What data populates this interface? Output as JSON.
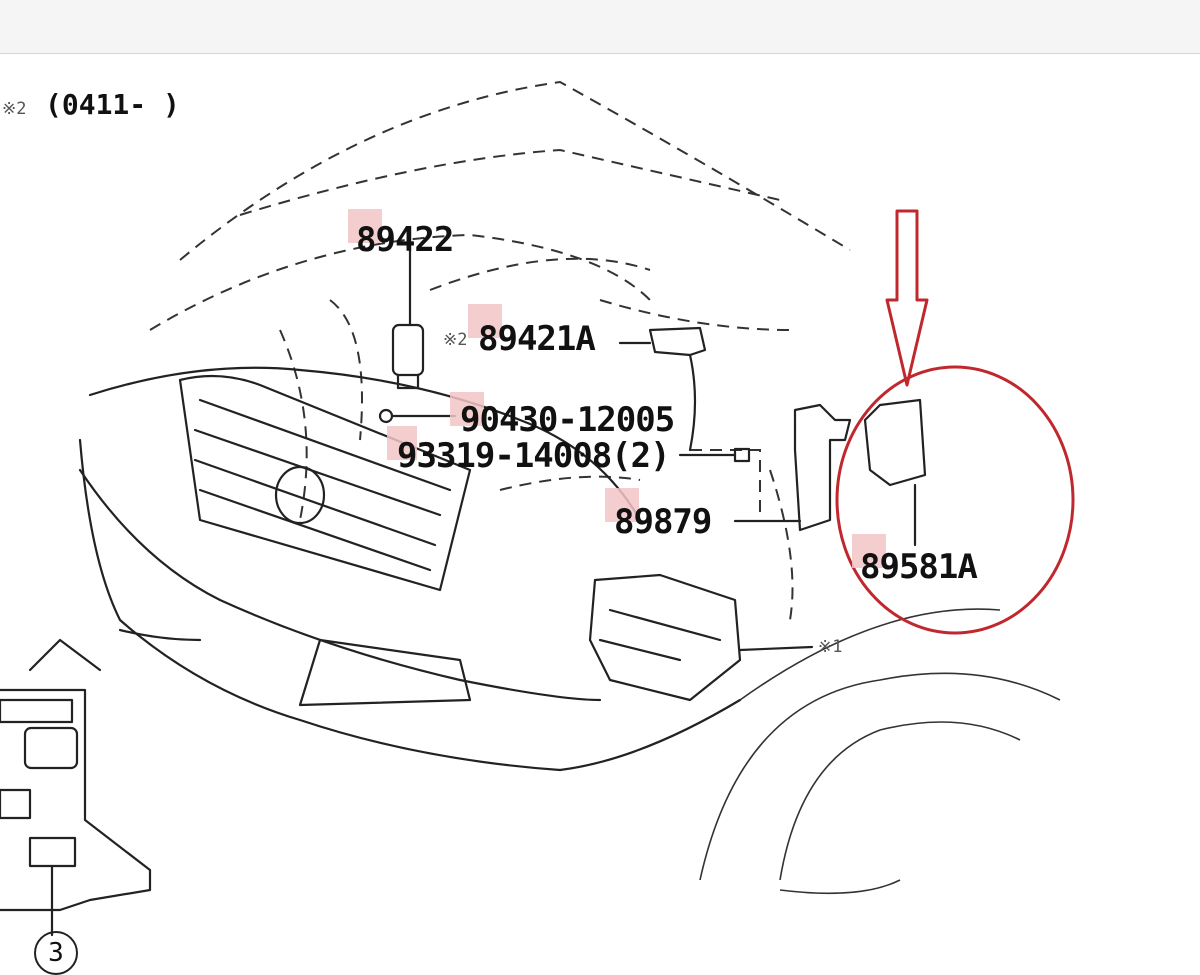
{
  "header": {
    "note_mark": "※2",
    "range_text": "(0411-      )"
  },
  "parts": [
    {
      "number": "89422"
    },
    {
      "number": "89421A",
      "note_mark": "※2"
    },
    {
      "number": "90430-12005"
    },
    {
      "number": "93319-14008(2)"
    },
    {
      "number": "89879"
    },
    {
      "number": "89581A"
    }
  ],
  "callouts": {
    "fuse_box_mark": "※1",
    "circle_number": "3"
  },
  "annotation": {
    "color": "#c0282d",
    "shapes": [
      "down-arrow",
      "ellipse"
    ]
  },
  "highlight_color": "#f2c6c6"
}
